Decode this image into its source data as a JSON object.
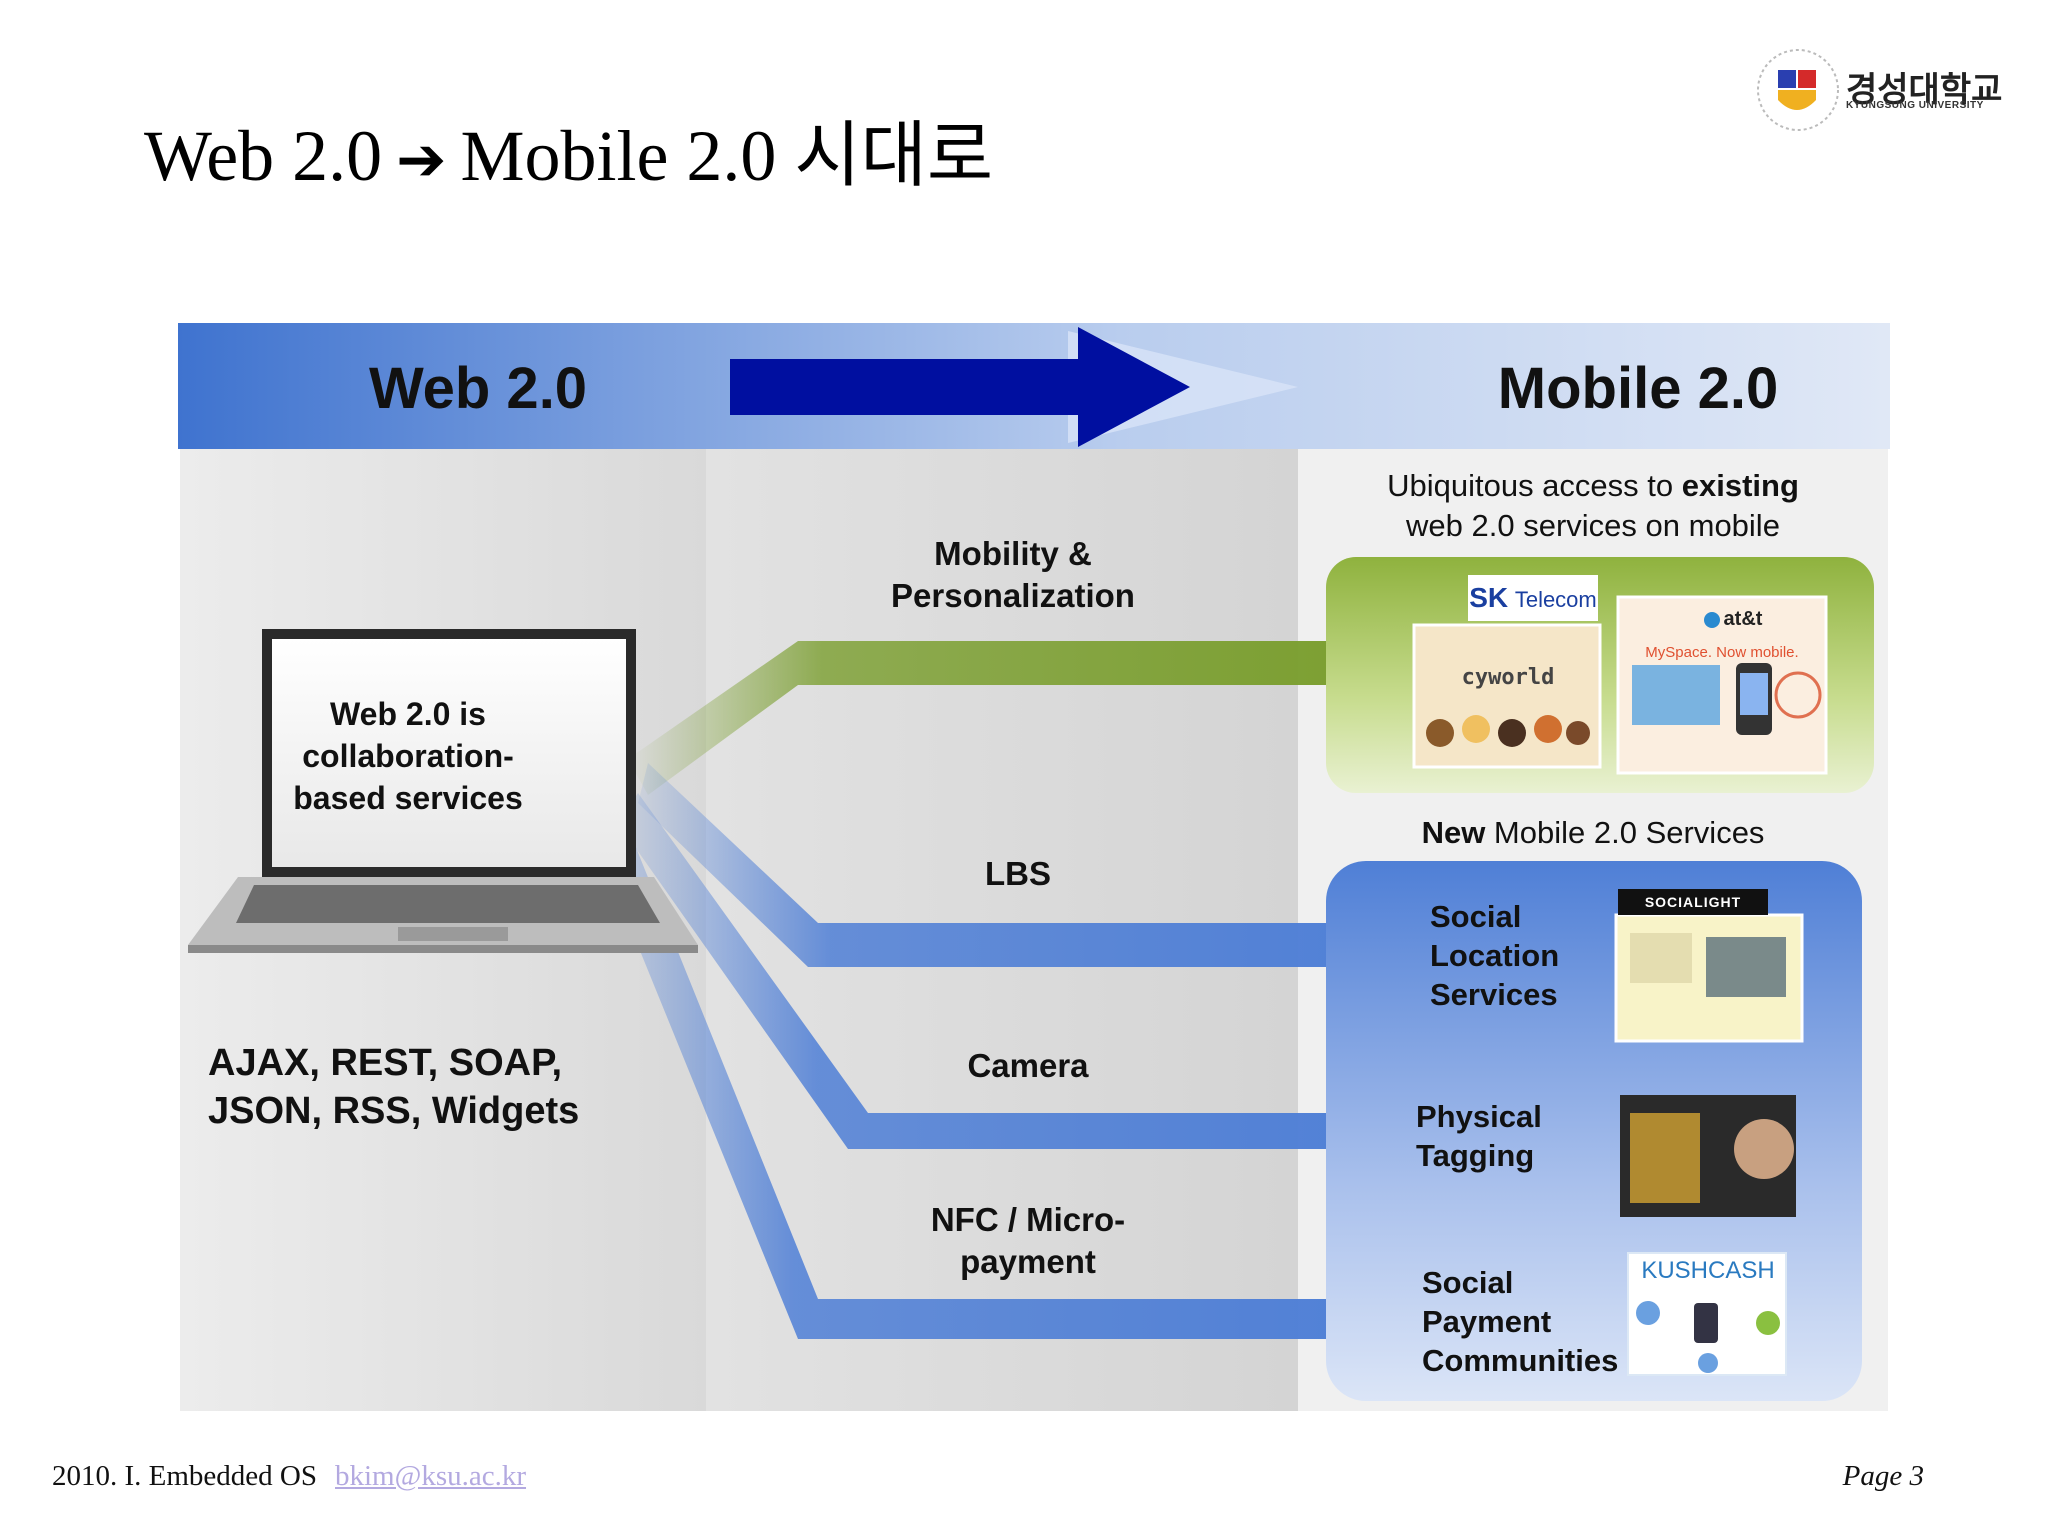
{
  "slide": {
    "title_left": "Web 2.0",
    "title_arrow": "➔",
    "title_right": "Mobile 2.0 시대로"
  },
  "logo": {
    "korean_name": "경성대학교",
    "english_name": "KYUNGSUNG UNIVERSITY"
  },
  "diagram": {
    "banner_left": "Web 2.0",
    "banner_right": "Mobile 2.0",
    "laptop_text": "Web 2.0 is collaboration-based services",
    "technologies": "AJAX, REST, SOAP, JSON, RSS, Widgets",
    "flows": [
      {
        "label": "Mobility & Personalization",
        "color": "#7a9e2e"
      },
      {
        "label": "LBS",
        "color": "#4f7fd6"
      },
      {
        "label": "Camera",
        "color": "#4f7fd6"
      },
      {
        "label": "NFC / Micro-payment",
        "color": "#4f7fd6"
      }
    ],
    "ubiquitous_line1_prefix": "Ubiquitous access to ",
    "ubiquitous_line1_bold": "existing",
    "ubiquitous_line2": "web 2.0 services on mobile",
    "new_services_bold": "New",
    "new_services_rest": " Mobile 2.0 Services",
    "existing_brands": {
      "sk": "SK",
      "telecom": "Telecom",
      "cyworld": "cyworld",
      "att": "at&t",
      "myspace": "MySpace. Now mobile."
    },
    "new_services": [
      {
        "label": "Social Location Services",
        "brand": "SOCIALIGHT"
      },
      {
        "label": "Physical Tagging",
        "brand": ""
      },
      {
        "label": "Social Payment Communities",
        "brand": "KUSHCASH"
      }
    ],
    "colors": {
      "banner_blue": "#4a7bd0",
      "arrow_navy": "#000fa0",
      "green_flow": "#7a9e2e",
      "blue_flow": "#4f7fd6"
    }
  },
  "footer": {
    "left": "2010. I. Embedded OS",
    "email": "bkim@ksu.ac.kr",
    "page": "Page 3"
  }
}
